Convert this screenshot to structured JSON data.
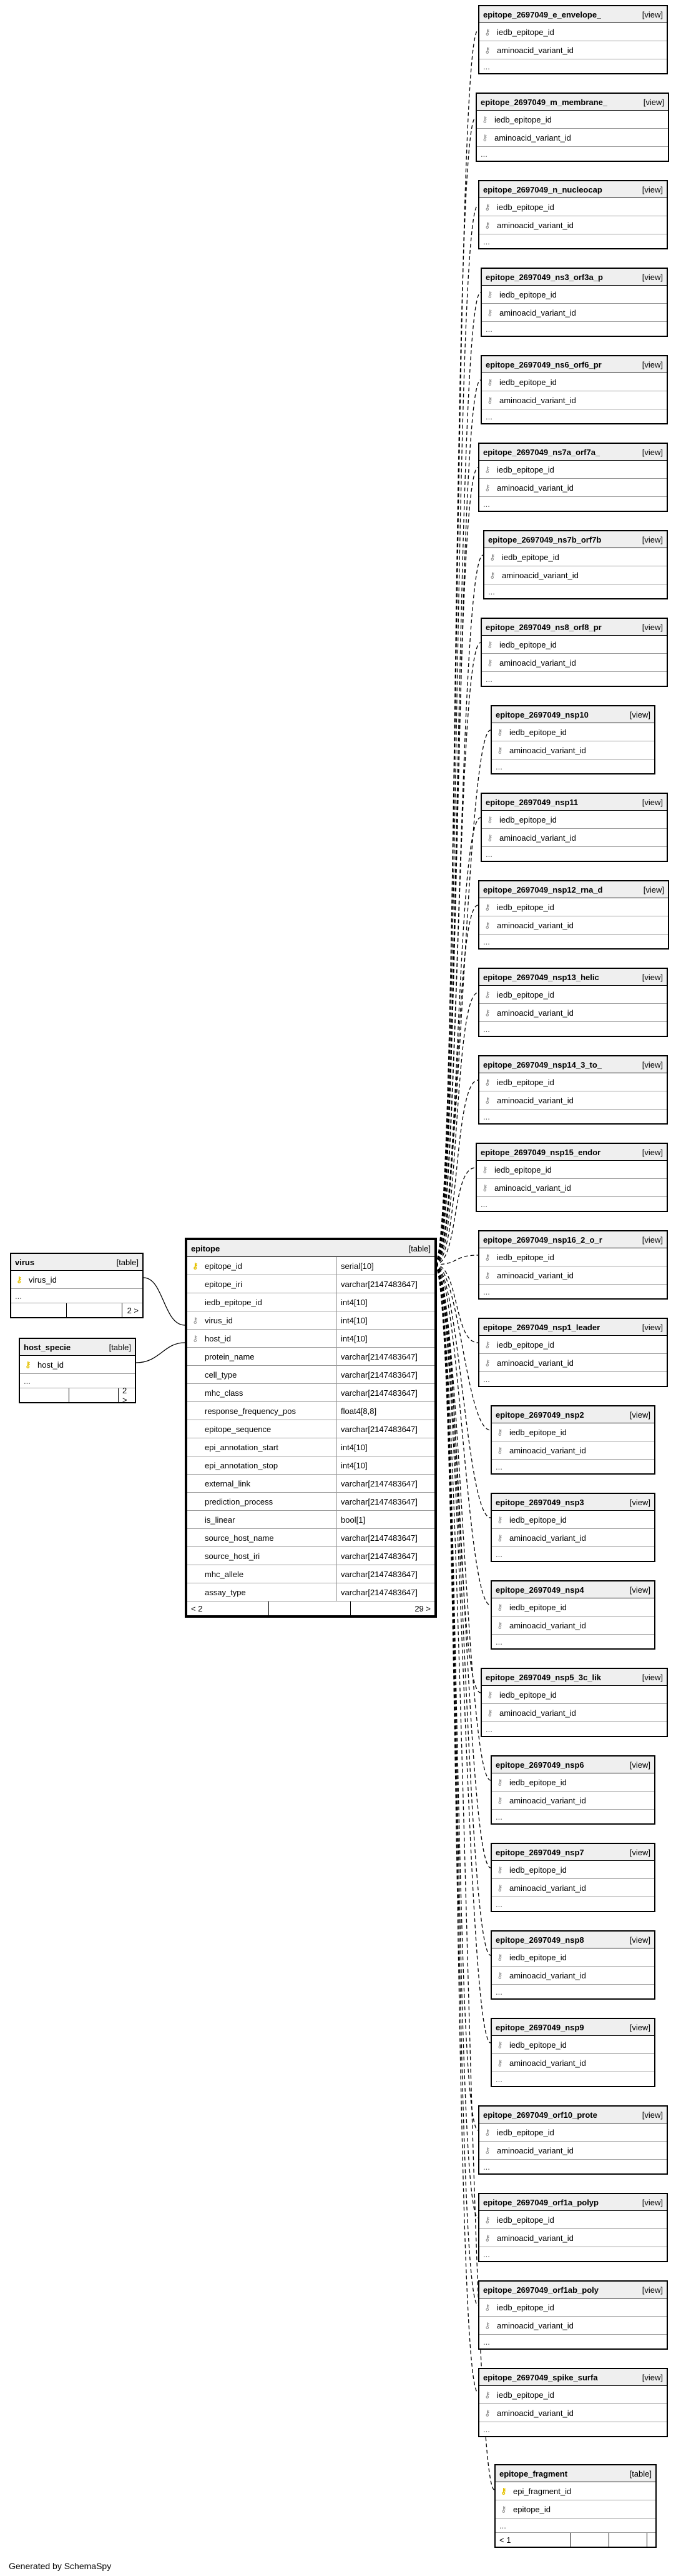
{
  "footer": "Generated by SchemaSpy",
  "kind_table": "[table]",
  "kind_view": "[view]",
  "ellipsis": "...",
  "virus": {
    "name": "virus",
    "column": "virus_id",
    "footer_right": "2 >"
  },
  "host_specie": {
    "name": "host_specie",
    "column": "host_id",
    "footer_right": "2 >"
  },
  "epitope": {
    "name": "epitope",
    "footer_left": "< 2",
    "footer_right": "29 >",
    "columns": [
      {
        "name": "epitope_id",
        "type": "serial[10]",
        "icon": "pk"
      },
      {
        "name": "epitope_iri",
        "type": "varchar[2147483647]",
        "icon": ""
      },
      {
        "name": "iedb_epitope_id",
        "type": "int4[10]",
        "icon": ""
      },
      {
        "name": "virus_id",
        "type": "int4[10]",
        "icon": "fk"
      },
      {
        "name": "host_id",
        "type": "int4[10]",
        "icon": "fk"
      },
      {
        "name": "protein_name",
        "type": "varchar[2147483647]",
        "icon": ""
      },
      {
        "name": "cell_type",
        "type": "varchar[2147483647]",
        "icon": ""
      },
      {
        "name": "mhc_class",
        "type": "varchar[2147483647]",
        "icon": ""
      },
      {
        "name": "response_frequency_pos",
        "type": "float4[8,8]",
        "icon": ""
      },
      {
        "name": "epitope_sequence",
        "type": "varchar[2147483647]",
        "icon": ""
      },
      {
        "name": "epi_annotation_start",
        "type": "int4[10]",
        "icon": ""
      },
      {
        "name": "epi_annotation_stop",
        "type": "int4[10]",
        "icon": ""
      },
      {
        "name": "external_link",
        "type": "varchar[2147483647]",
        "icon": ""
      },
      {
        "name": "prediction_process",
        "type": "varchar[2147483647]",
        "icon": ""
      },
      {
        "name": "is_linear",
        "type": "bool[1]",
        "icon": ""
      },
      {
        "name": "source_host_name",
        "type": "varchar[2147483647]",
        "icon": ""
      },
      {
        "name": "source_host_iri",
        "type": "varchar[2147483647]",
        "icon": ""
      },
      {
        "name": "mhc_allele",
        "type": "varchar[2147483647]",
        "icon": ""
      },
      {
        "name": "assay_type",
        "type": "varchar[2147483647]",
        "icon": ""
      }
    ]
  },
  "views": [
    {
      "name": "epitope_2697049_e_envelope_",
      "col1": "iedb_epitope_id",
      "col2": "aminoacid_variant_id"
    },
    {
      "name": "epitope_2697049_m_membrane_",
      "col1": "iedb_epitope_id",
      "col2": "aminoacid_variant_id"
    },
    {
      "name": "epitope_2697049_n_nucleocap",
      "col1": "iedb_epitope_id",
      "col2": "aminoacid_variant_id"
    },
    {
      "name": "epitope_2697049_ns3_orf3a_p",
      "col1": "iedb_epitope_id",
      "col2": "aminoacid_variant_id"
    },
    {
      "name": "epitope_2697049_ns6_orf6_pr",
      "col1": "iedb_epitope_id",
      "col2": "aminoacid_variant_id"
    },
    {
      "name": "epitope_2697049_ns7a_orf7a_",
      "col1": "iedb_epitope_id",
      "col2": "aminoacid_variant_id"
    },
    {
      "name": "epitope_2697049_ns7b_orf7b",
      "col1": "iedb_epitope_id",
      "col2": "aminoacid_variant_id"
    },
    {
      "name": "epitope_2697049_ns8_orf8_pr",
      "col1": "iedb_epitope_id",
      "col2": "aminoacid_variant_id"
    },
    {
      "name": "epitope_2697049_nsp10",
      "col1": "iedb_epitope_id",
      "col2": "aminoacid_variant_id"
    },
    {
      "name": "epitope_2697049_nsp11",
      "col1": "iedb_epitope_id",
      "col2": "aminoacid_variant_id"
    },
    {
      "name": "epitope_2697049_nsp12_rna_d",
      "col1": "iedb_epitope_id",
      "col2": "aminoacid_variant_id"
    },
    {
      "name": "epitope_2697049_nsp13_helic",
      "col1": "iedb_epitope_id",
      "col2": "aminoacid_variant_id"
    },
    {
      "name": "epitope_2697049_nsp14_3_to_",
      "col1": "iedb_epitope_id",
      "col2": "aminoacid_variant_id"
    },
    {
      "name": "epitope_2697049_nsp15_endor",
      "col1": "iedb_epitope_id",
      "col2": "aminoacid_variant_id"
    },
    {
      "name": "epitope_2697049_nsp16_2_o_r",
      "col1": "iedb_epitope_id",
      "col2": "aminoacid_variant_id"
    },
    {
      "name": "epitope_2697049_nsp1_leader",
      "col1": "iedb_epitope_id",
      "col2": "aminoacid_variant_id"
    },
    {
      "name": "epitope_2697049_nsp2",
      "col1": "iedb_epitope_id",
      "col2": "aminoacid_variant_id"
    },
    {
      "name": "epitope_2697049_nsp3",
      "col1": "iedb_epitope_id",
      "col2": "aminoacid_variant_id"
    },
    {
      "name": "epitope_2697049_nsp4",
      "col1": "iedb_epitope_id",
      "col2": "aminoacid_variant_id"
    },
    {
      "name": "epitope_2697049_nsp5_3c_lik",
      "col1": "iedb_epitope_id",
      "col2": "aminoacid_variant_id"
    },
    {
      "name": "epitope_2697049_nsp6",
      "col1": "iedb_epitope_id",
      "col2": "aminoacid_variant_id"
    },
    {
      "name": "epitope_2697049_nsp7",
      "col1": "iedb_epitope_id",
      "col2": "aminoacid_variant_id"
    },
    {
      "name": "epitope_2697049_nsp8",
      "col1": "iedb_epitope_id",
      "col2": "aminoacid_variant_id"
    },
    {
      "name": "epitope_2697049_nsp9",
      "col1": "iedb_epitope_id",
      "col2": "aminoacid_variant_id"
    },
    {
      "name": "epitope_2697049_orf10_prote",
      "col1": "iedb_epitope_id",
      "col2": "aminoacid_variant_id"
    },
    {
      "name": "epitope_2697049_orf1a_polyp",
      "col1": "iedb_epitope_id",
      "col2": "aminoacid_variant_id"
    },
    {
      "name": "epitope_2697049_orf1ab_poly",
      "col1": "iedb_epitope_id",
      "col2": "aminoacid_variant_id"
    },
    {
      "name": "epitope_2697049_spike_surfa",
      "col1": "iedb_epitope_id",
      "col2": "aminoacid_variant_id"
    }
  ],
  "epitope_fragment": {
    "name": "epitope_fragment",
    "col1": "epi_fragment_id",
    "col2": "epitope_id",
    "footer_left": "< 1"
  }
}
